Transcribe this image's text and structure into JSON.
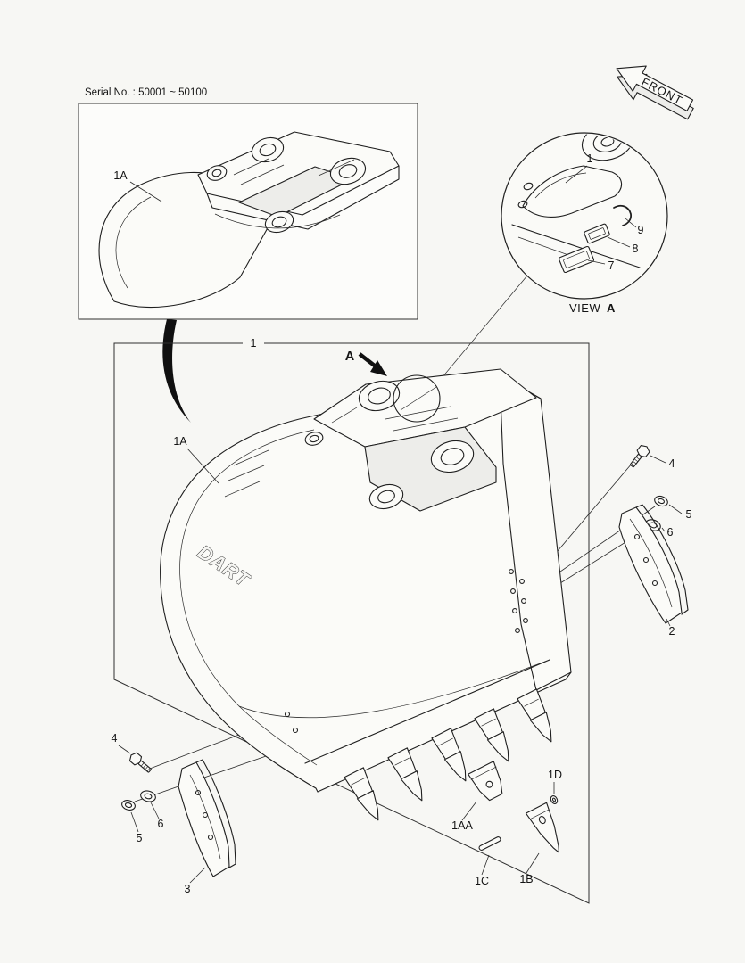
{
  "page": {
    "background": "#f7f7f4",
    "line_color": "#1f1f1f"
  },
  "serial_note": "Serial No. : 50001 ~ 50100",
  "front_arrow": {
    "label": "FRONT"
  },
  "inset": {
    "part_1a": "1A"
  },
  "view_a": {
    "caption_view": "VIEW",
    "caption_letter": "A",
    "part_1": "1",
    "part_9": "9",
    "part_8": "8",
    "part_7": "7"
  },
  "main": {
    "part_1": "1",
    "view_marker": "A",
    "part_1a": "1A",
    "brand": "DART",
    "right_group": {
      "part_4": "4",
      "part_5": "5",
      "part_6": "6",
      "part_2": "2"
    },
    "left_group": {
      "part_4": "4",
      "part_5": "5",
      "part_6": "6",
      "part_3": "3"
    },
    "tooth_group": {
      "part_1aa": "1AA",
      "part_1b": "1B",
      "part_1c": "1C",
      "part_1d": "1D"
    }
  }
}
